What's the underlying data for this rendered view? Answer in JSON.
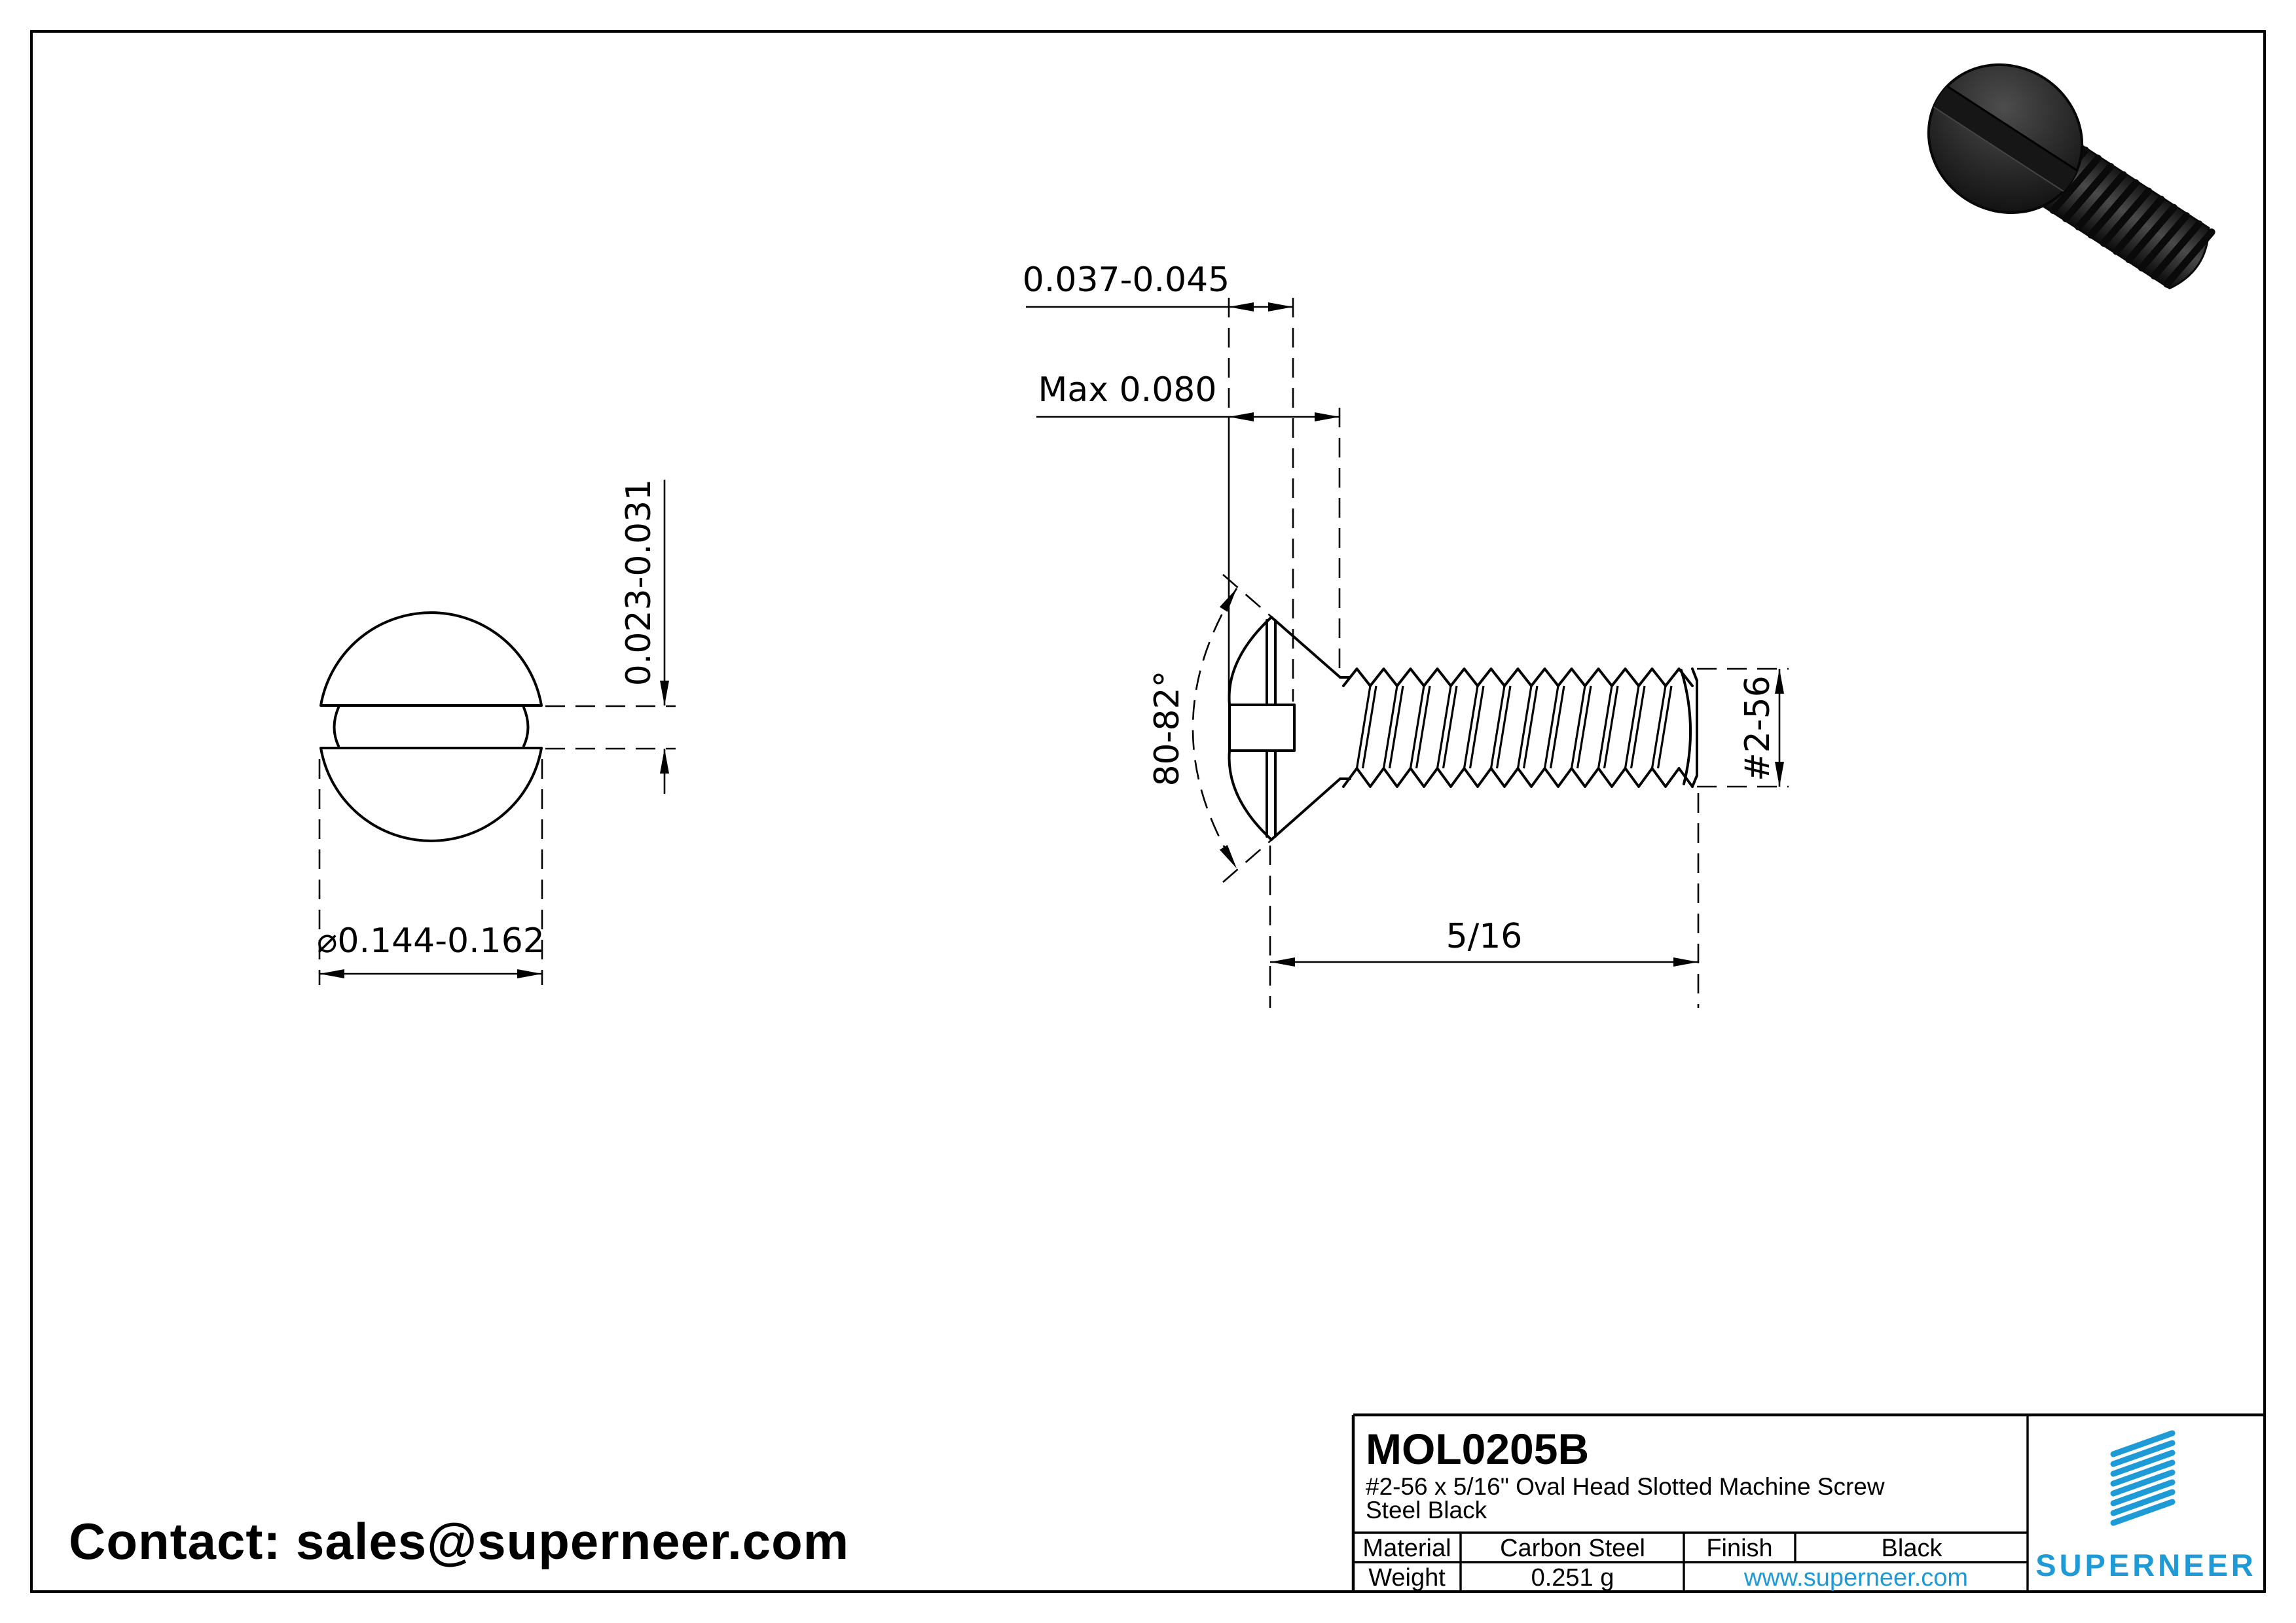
{
  "page": {
    "contact": "Contact: sales@superneer.com"
  },
  "views": {
    "front": {
      "slot_depth_dim": "0.023-0.031",
      "head_diameter_dim": "⌀0.144-0.162"
    },
    "side": {
      "slot_width_dim": "0.037-0.045",
      "head_height_dim": "Max 0.080",
      "head_angle_dim": "80-82°",
      "thread_size_dim": "#2-56",
      "length_dim": "5/16"
    }
  },
  "title_block": {
    "part_number": "MOL0205B",
    "description_line1": "#2-56 x 5/16\" Oval Head Slotted Machine Screw",
    "description_line2": "Steel Black",
    "material_label": "Material",
    "material_value": "Carbon Steel",
    "finish_label": "Finish",
    "finish_value": "Black",
    "weight_label": "Weight",
    "weight_value": "0.251 g",
    "website": "www.superneer.com",
    "brand": "SUPERNEER",
    "brand_color": "#1e9ad6",
    "line_color": "#000000"
  }
}
